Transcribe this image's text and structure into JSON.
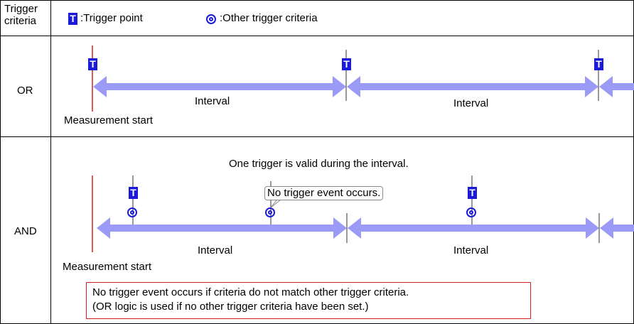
{
  "header": {
    "column_label_line1": "Trigger",
    "column_label_line2": "criteria",
    "legend_trigger_point": ":Trigger point",
    "legend_other_criteria": ":Other trigger criteria",
    "trigger_symbol": "T",
    "other_criteria_symbol": "double-circle-icon"
  },
  "or_row": {
    "label": "OR",
    "interval_labels": [
      "Interval",
      "Interval"
    ],
    "measurement_start": "Measurement start"
  },
  "and_row": {
    "label": "AND",
    "caption": "One trigger is valid during the interval.",
    "callout": "No trigger event occurs.",
    "interval_labels": [
      "Interval",
      "Interval"
    ],
    "measurement_start": "Measurement start",
    "note_line1": "No trigger event occurs if criteria do not match other trigger criteria.",
    "note_line2": "(OR logic is used if no other trigger criteria have been set.)"
  },
  "colors": {
    "arrow": "#9b9bf7",
    "trigger_badge": "#1a1ad8",
    "start_line": "#d42020",
    "note_border": "#d42020",
    "grid": "#000000"
  }
}
